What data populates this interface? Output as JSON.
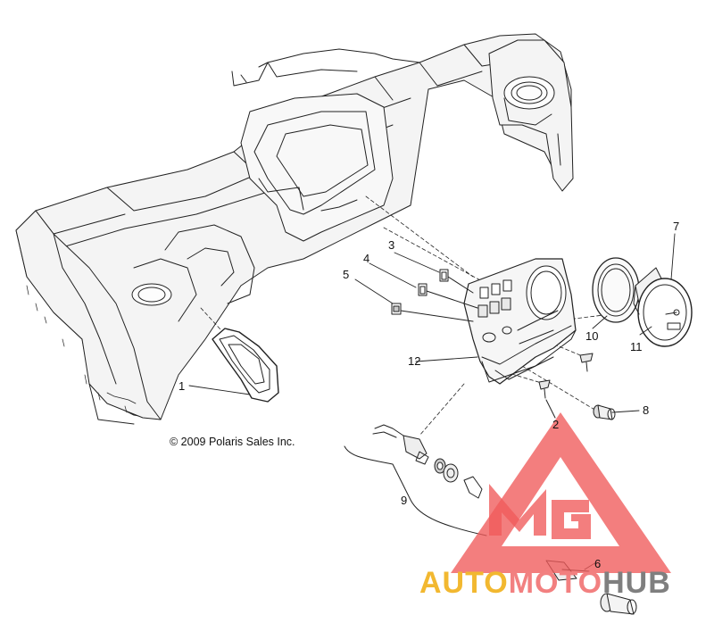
{
  "diagram": {
    "callouts": [
      {
        "id": "1",
        "label": "1"
      },
      {
        "id": "2",
        "label": "2"
      },
      {
        "id": "3",
        "label": "3"
      },
      {
        "id": "4",
        "label": "4"
      },
      {
        "id": "5",
        "label": "5"
      },
      {
        "id": "6",
        "label": "6"
      },
      {
        "id": "7",
        "label": "7"
      },
      {
        "id": "8",
        "label": "8"
      },
      {
        "id": "9",
        "label": "9"
      },
      {
        "id": "10",
        "label": "10"
      },
      {
        "id": "11",
        "label": "11"
      },
      {
        "id": "12",
        "label": "12"
      }
    ],
    "copyright": "© 2009 Polaris Sales Inc."
  },
  "watermark": {
    "part1": "AUTO",
    "part2": "MOTO",
    "part3": "HUB",
    "colors": {
      "part1": "#f2b830",
      "part2": "#f28080",
      "part3": "#7f7f7f",
      "logo": "#f05a5a"
    }
  }
}
